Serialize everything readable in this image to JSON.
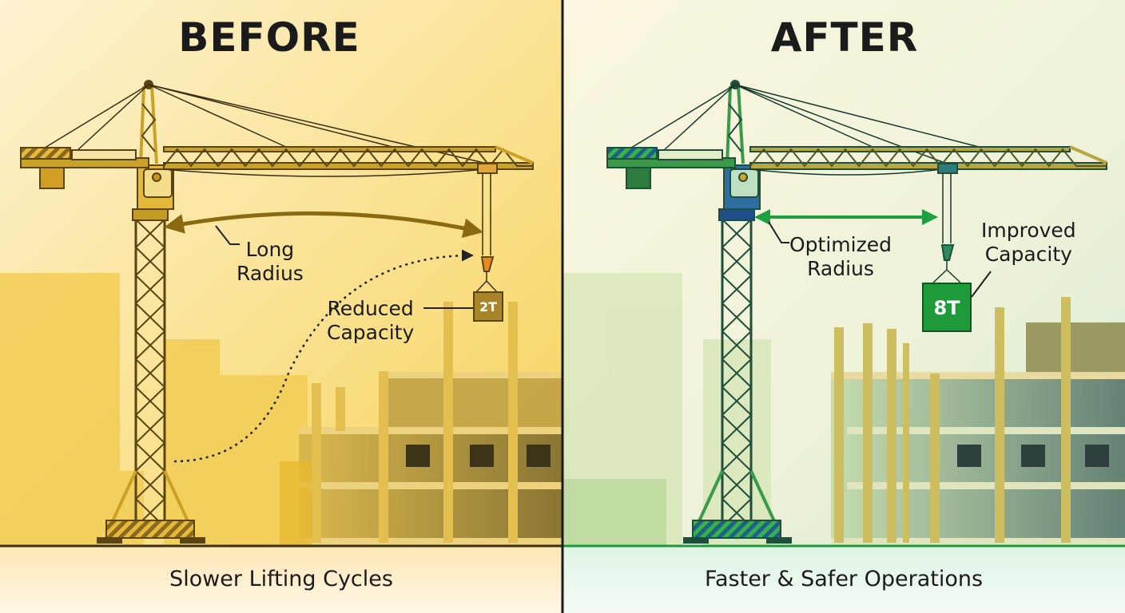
{
  "before": {
    "title": "BEFORE",
    "radius_label": [
      "Long",
      "Radius"
    ],
    "capacity_label": [
      "Reduced",
      "Capacity"
    ],
    "load": "2T",
    "caption": "Slower Lifting Cycles",
    "colors": {
      "accent": "#c9a227",
      "arrow": "#8a6a10",
      "load": "#a8842a"
    }
  },
  "after": {
    "title": "AFTER",
    "radius_label": [
      "Optimized",
      "Radius"
    ],
    "capacity_label": [
      "Improved",
      "Capacity"
    ],
    "load": "8T",
    "caption": "Faster & Safer Operations",
    "colors": {
      "accent": "#3a9a4a",
      "arrow": "#1fa040",
      "load": "#1e9a3a"
    }
  }
}
